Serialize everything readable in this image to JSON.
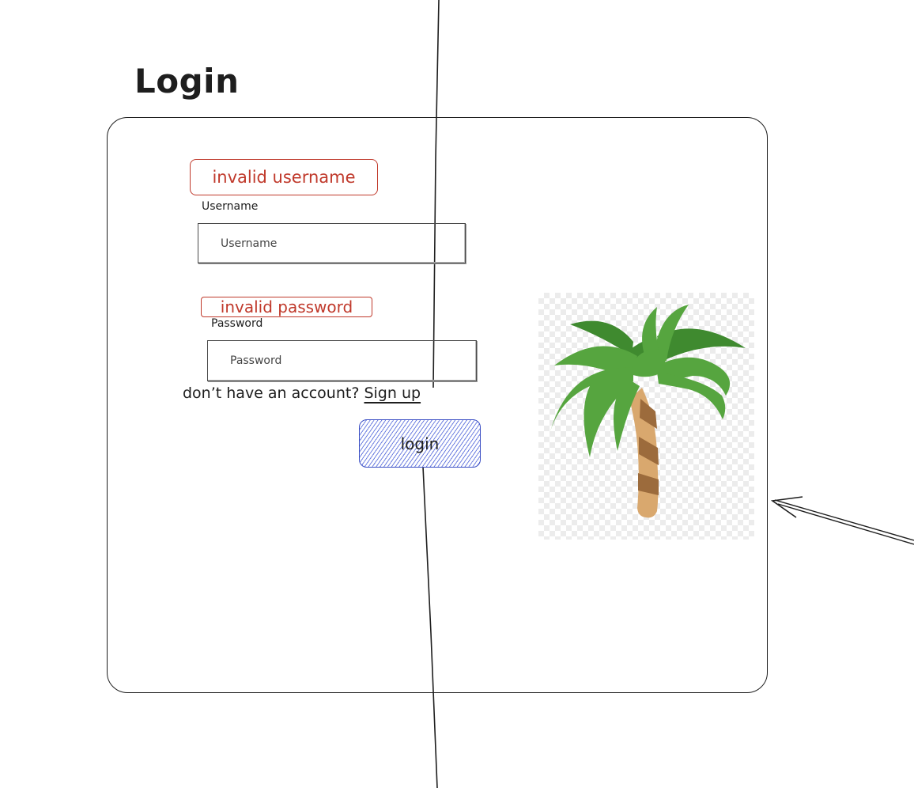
{
  "page": {
    "title": "Login"
  },
  "form": {
    "username": {
      "error": "invalid username",
      "label": "Username",
      "placeholder": "Username",
      "value": ""
    },
    "password": {
      "error": "invalid password",
      "label": "Password",
      "placeholder": "Password",
      "value": ""
    },
    "signup_prompt": "don’t have an account?",
    "signup_link": "Sign up",
    "submit_label": "login"
  },
  "illustration": {
    "icon": "palm-tree-icon"
  },
  "colors": {
    "error": "#c0392b",
    "button_border": "#3b4fc4",
    "button_hatch": "#6d7fe0",
    "stroke": "#1e1e1e"
  }
}
